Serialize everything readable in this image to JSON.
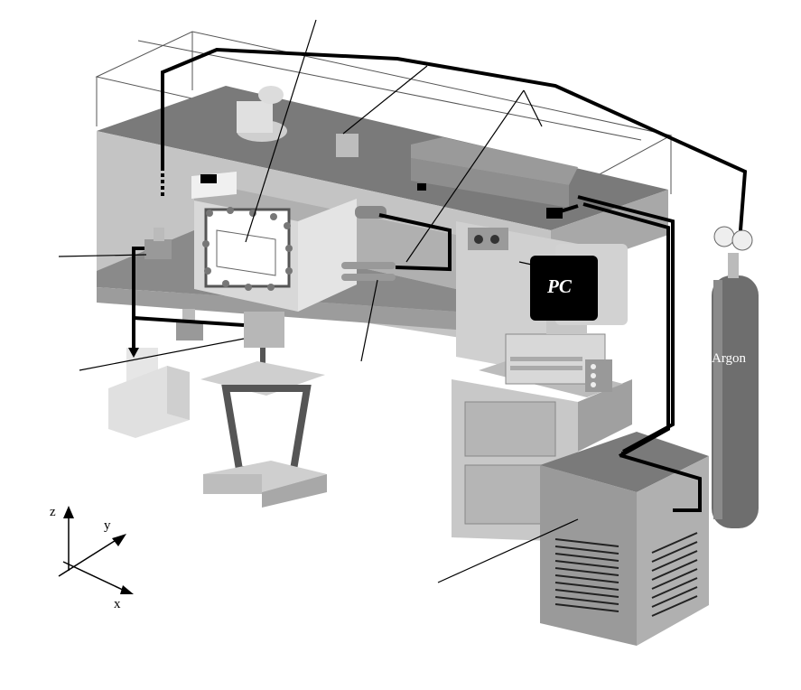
{
  "labels": {
    "pc": "PC",
    "argon": "Argon",
    "axis_x": "x",
    "axis_y": "y",
    "axis_z": "z"
  },
  "colors": {
    "table_top": "#7a7a7a",
    "table_side": "#bdbdbd",
    "cylinder": "#6e6e6e",
    "monitor_screen": "#000000",
    "chiller": "#9a9a9a",
    "pipe": "#000000"
  }
}
